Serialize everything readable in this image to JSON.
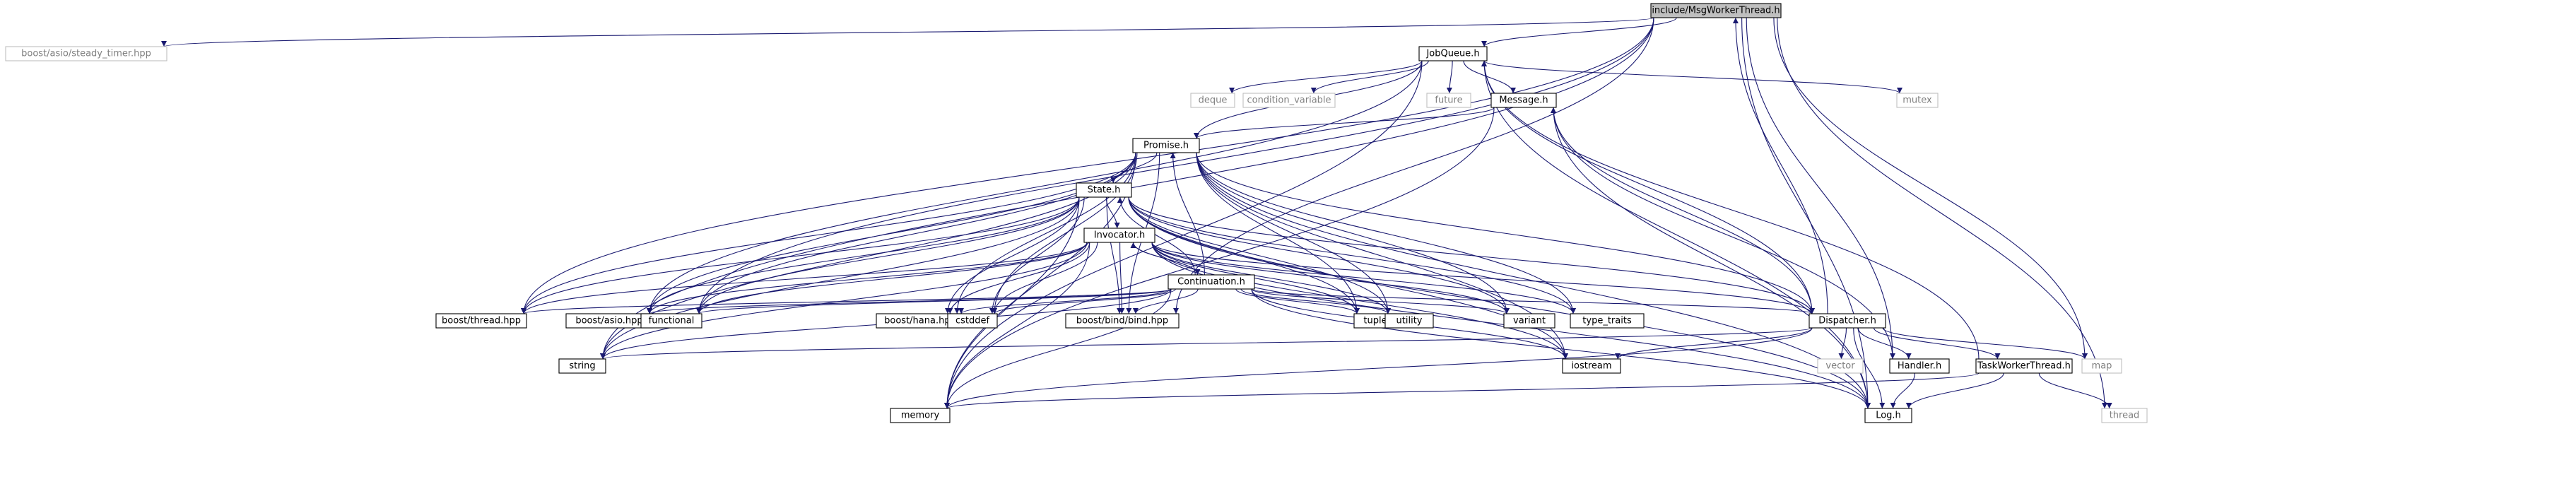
{
  "graph": {
    "colors": {
      "edge": "#191970",
      "node_border_project": "#000000",
      "node_border_external": "#bfbfbf",
      "focus_fill": "#bfbfbf",
      "label_project": "#000000",
      "label_external": "#7f7f7f"
    },
    "nodes": {
      "msg_worker_thread": "include/MsgWorkerThread.h",
      "steady_timer": "boost/asio/steady_timer.hpp",
      "job_queue": "JobQueue.h",
      "deque": "deque",
      "condition_variable": "condition_variable",
      "future": "future",
      "message": "Message.h",
      "mutex": "mutex",
      "promise": "Promise.h",
      "state": "State.h",
      "invocator": "Invocator.h",
      "continuation": "Continuation.h",
      "boost_thread": "boost/thread.hpp",
      "boost_asio": "boost/asio.hpp",
      "functional": "functional",
      "boost_hana": "boost/hana.hpp",
      "cstddef": "cstddef",
      "boost_bind": "boost/bind/bind.hpp",
      "tuple": "tuple",
      "utility": "utility",
      "variant": "variant",
      "type_traits": "type_traits",
      "dispatcher": "Dispatcher.h",
      "string": "string",
      "iostream": "iostream",
      "vector": "vector",
      "handler": "Handler.h",
      "task_worker_thread": "TaskWorkerThread.h",
      "map": "map",
      "memory": "memory",
      "log": "Log.h",
      "thread": "thread"
    }
  }
}
